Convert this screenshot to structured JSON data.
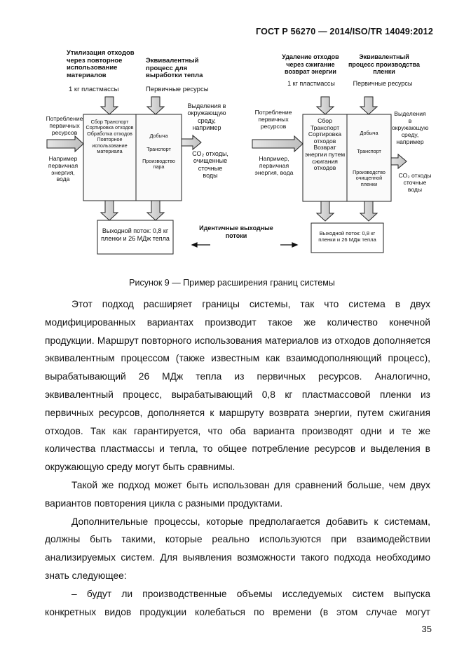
{
  "header": "ГОСТ Р 56270 — 2014/ISO/TR 14049:2012",
  "figure": {
    "left": {
      "top1": "Утилизация отходов через повторное использование материалов",
      "top1_sub": "1 кг пластмассы",
      "top2": "Эквивалентный процесс для выработки тепла",
      "top2_sub": "Первичные ресурсы",
      "input": "Потребление первичных ресурсов",
      "example": "Например первичная энергия, вода",
      "box1": "Сбор Транспорт Сортировка отходов Обработка отходов Повторное использование материала",
      "box2a": "Добыча",
      "box2b": "Транспорт",
      "box2c": "Производство пара",
      "emissions": "Выделения в окружающую среду, например",
      "emissions_list": "CO₂ отходы, очищенные сточные воды",
      "output": "Выходной поток: 0,8 кг пленки и 26 МДж тепла"
    },
    "right": {
      "top1": "Удаление отходов через сжигание возврат энергии",
      "top1_sub": "1 кг пластмассы",
      "top2": "Эквивалентный процесс производства пленки",
      "top2_sub": "Первичные ресурсы",
      "input": "Потребление первичных ресурсов",
      "example": "Например, первичная энергия, вода",
      "box1": "Сбор Транспорт Сортировка отходов Возврат энергии путем сжигания отходов",
      "box2a": "Добыча",
      "box2b": "Транспорт",
      "box2c": "Производство очищенной пленки",
      "emissions": "Выделения в окружающую среду, например",
      "emissions_list": "CO₂ отходы сточные воды",
      "output": "Выходной поток: 0,8 кг пленки и 26 МДж тепла"
    },
    "middle": "Идентичные выходные потоки",
    "caption": "Рисунок 9 — Пример расширения границ системы"
  },
  "paragraphs": [
    "Этот подход расширяет границы системы, так что система в двух модифицированных вариантах производит такое же количество конечной продукции. Маршрут повторного использования материалов из отходов дополняется эквивалентным процессом (также известным как взаимодополняющий процесс), вырабатывающий 26 МДж тепла из первичных ресурсов. Аналогично, эквивалентный процесс, вырабатывающий 0,8 кг пластмассовой пленки из первичных ресурсов, дополняется к маршруту возврата энергии, путем сжигания отходов. Так как гарантируется, что оба варианта производят одни и те же количества пластмассы и тепла, то общее потребление ресурсов и выделения в окружающую среду могут быть сравнимы.",
    "Такой же подход может быть использован для сравнений больше, чем двух вариантов повторения цикла с разными продуктами.",
    "Дополнительные процессы, которые предполагается добавить к системам, должны быть такими, которые реально используются при взаимодействии анализируемых систем. Для выявления возможности такого подхода необходимо знать следующее:",
    "–  будут ли производственные объемы исследуемых систем выпуска конкретных видов продукции колебаться по времени (в этом случае могут"
  ],
  "page_number": "35"
}
